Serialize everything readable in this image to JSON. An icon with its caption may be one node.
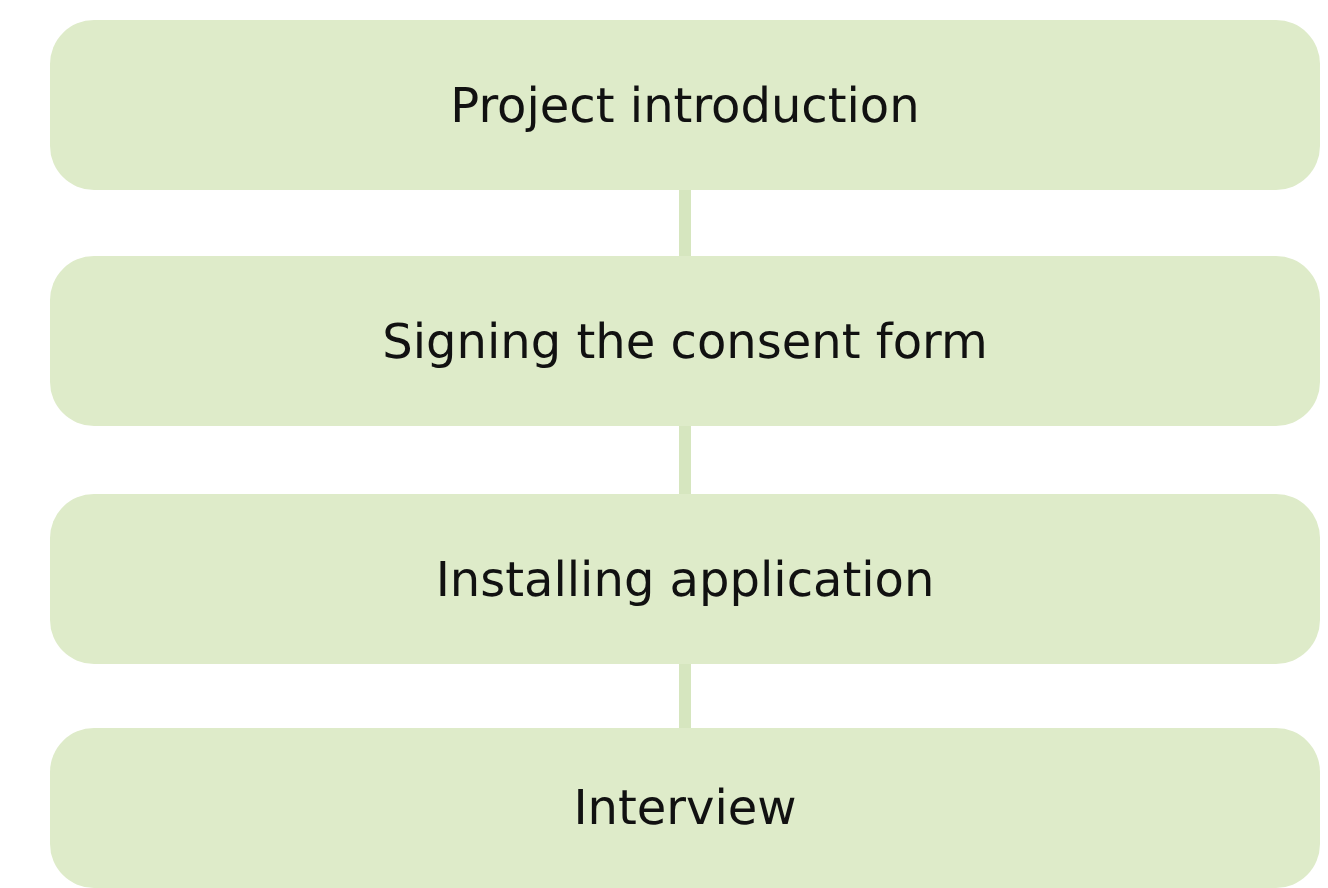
{
  "diagram": {
    "nodes": [
      {
        "text": [
          "Project introduction"
        ]
      },
      {
        "text": [
          "Signing the consent form"
        ]
      },
      {
        "text": [
          "Installing application"
        ]
      },
      {
        "text": [
          "Interview"
        ]
      }
    ],
    "edges": [
      {
        "from": 0,
        "to": 1,
        "arrow": "none"
      },
      {
        "from": 1,
        "to": 2,
        "arrow": "none"
      },
      {
        "from": 2,
        "to": 3,
        "arrow": "none"
      }
    ]
  }
}
